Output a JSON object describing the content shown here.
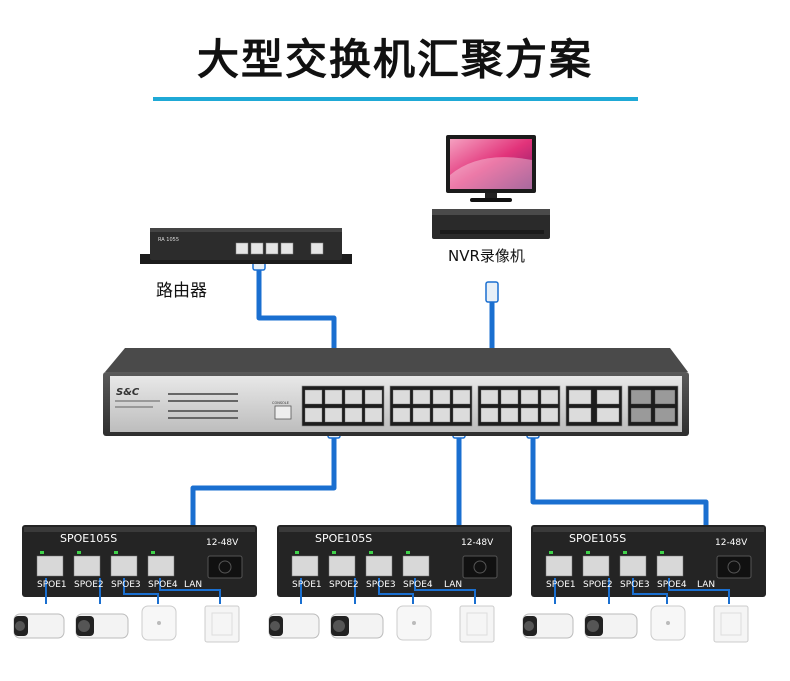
{
  "title": "大型交换机汇聚方案",
  "colors": {
    "accent": "#1fa9d6",
    "cable": "#1a6fd0",
    "device": "#2b2b2b"
  },
  "router": {
    "label": "路由器",
    "model": "RA 1055"
  },
  "nvr": {
    "label": "NVR录像机"
  },
  "core_switch": {
    "brand": "S&C",
    "port_label": "CONSOLE"
  },
  "poe_switches": [
    {
      "model": "SPOE105S",
      "voltage": "12-48V",
      "ports": [
        "SPOE1",
        "SPOE2",
        "SPOE3",
        "SPOE4",
        "LAN"
      ]
    },
    {
      "model": "SPOE105S",
      "voltage": "12-48V",
      "ports": [
        "SPOE1",
        "SPOE2",
        "SPOE3",
        "SPOE4",
        "LAN"
      ]
    },
    {
      "model": "SPOE105S",
      "voltage": "12-48V",
      "ports": [
        "SPOE1",
        "SPOE2",
        "SPOE3",
        "SPOE4",
        "LAN"
      ]
    }
  ],
  "endpoints": [
    "bullet-camera-icon",
    "bullet-camera-icon",
    "wireless-ap-icon",
    "panel-ap-icon"
  ]
}
